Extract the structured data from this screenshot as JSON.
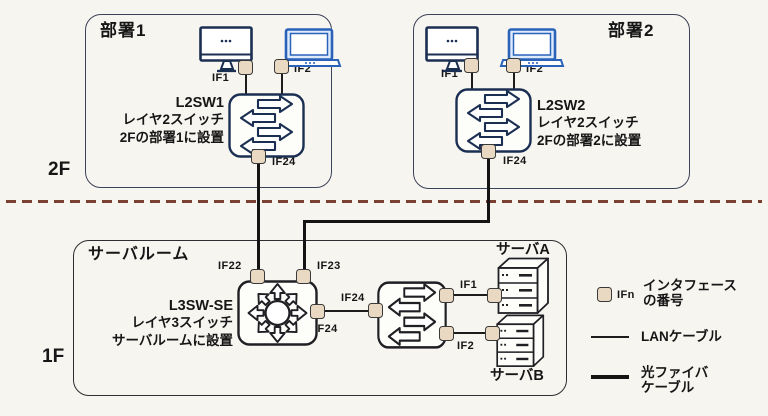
{
  "floors": {
    "upper_label": "2F",
    "lower_label": "1F"
  },
  "dept1": {
    "title": "部署1",
    "pc1_port": "IF1",
    "pc2_port": "IF2",
    "switch_name": "L2SW1",
    "switch_type": "レイヤ2スイッチ",
    "switch_location": "2Fの部署1に設置",
    "uplink_port": "IF24"
  },
  "dept2": {
    "title": "部署2",
    "pc1_port": "IF1",
    "pc2_port": "IF2",
    "switch_name": "L2SW2",
    "switch_type": "レイヤ2スイッチ",
    "switch_location": "2Fの部署2に設置",
    "uplink_port": "IF24"
  },
  "server_room": {
    "title": "サーバルーム",
    "l3_switch_name": "L3SW-SE",
    "l3_switch_type": "レイヤ3スイッチ",
    "l3_switch_location": "サーバルームに設置",
    "l3_port_left": "IF22",
    "l3_port_right": "IF23",
    "l3_port_downlink": "IF24",
    "l2_switch_uplink_port": "IF24",
    "l2_switch_port_a": "IF1",
    "l2_switch_port_b": "IF2",
    "server_a_name": "サーバA",
    "server_b_name": "サーバB"
  },
  "legend": {
    "interface_symbol": "IFn",
    "interface_label_line1": "インタフェース",
    "interface_label_line2": "の番号",
    "lan_label": "LANケーブル",
    "fiber_label_line1": "光ファイバ",
    "fiber_label_line2": "ケーブル"
  },
  "colors": {
    "background": "#f7f5f0",
    "cable": "#1c1c1c",
    "device_stroke": "#1b2f52",
    "laptop_accent": "#2a62b8",
    "port_fill": "#e9d8c2",
    "floor_divider": "#7c4033"
  }
}
